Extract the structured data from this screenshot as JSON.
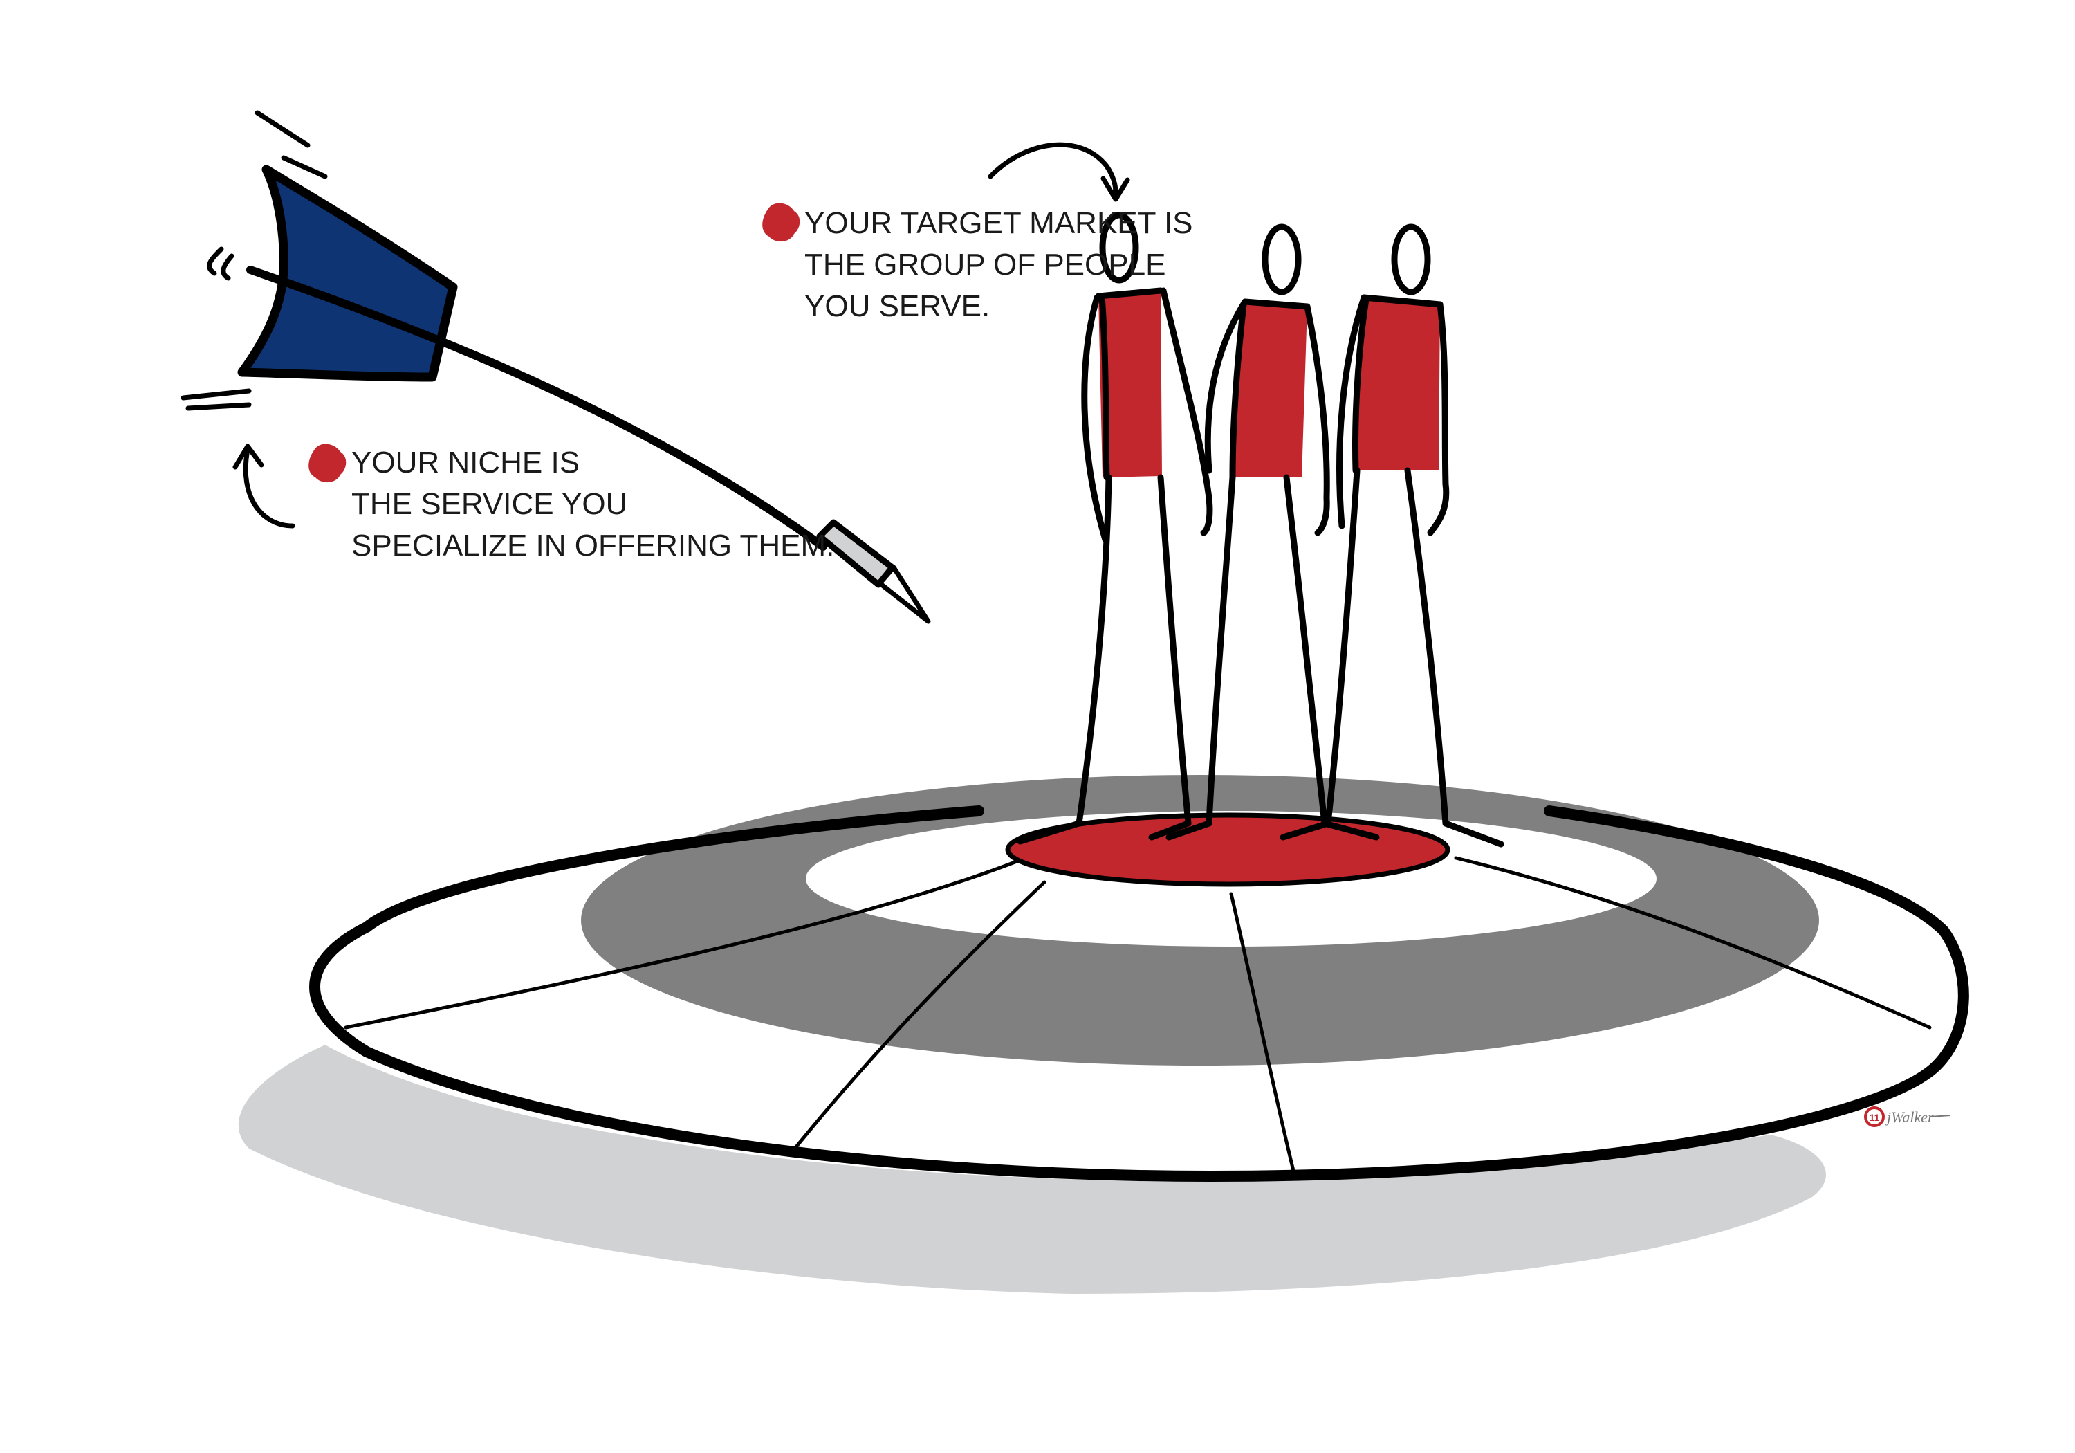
{
  "annotations": {
    "target_market": {
      "lines": [
        "YOUR TARGET MARKET IS",
        "THE GROUP OF PEOPLE",
        "YOU SERVE."
      ]
    },
    "niche": {
      "lines": [
        "YOUR NICHE IS",
        "THE SERVICE YOU",
        "SPECIALIZE IN OFFERING THEM."
      ]
    }
  },
  "colors": {
    "accent_red": "#c1272d",
    "dart_blue": "#0f3473",
    "ring_gray": "#808080",
    "shadow_gray": "#d1d2d4",
    "ink": "#000000"
  },
  "signature": {
    "monogram": "11",
    "name": "jWalker"
  }
}
